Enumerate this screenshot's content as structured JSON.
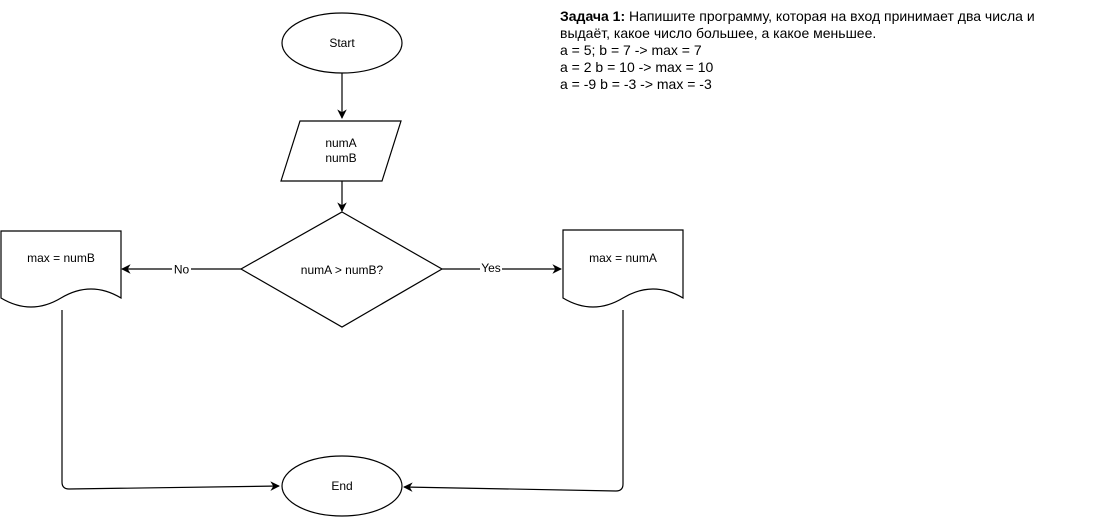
{
  "task": {
    "title": "Задача 1:",
    "description": [
      " Напишите программу, которая на вход принимает два числа и",
      "выдаёт, какое число большее, а какое меньшее."
    ],
    "examples": [
      "a = 5; b = 7 -> max = 7",
      "a = 2 b = 10 -> max = 10",
      "a = -9 b = -3 -> max = -3"
    ]
  },
  "flowchart": {
    "start_label": "Start",
    "input_lines": [
      "numA",
      "numB"
    ],
    "decision_label": "numA > numB?",
    "no_label": "No",
    "yes_label": "Yes",
    "assign_b_label": "max = numB",
    "assign_a_label": "max = numA",
    "end_label": "End"
  },
  "colors": {
    "stroke": "#000000",
    "fill": "#ffffff",
    "text": "#000000"
  }
}
